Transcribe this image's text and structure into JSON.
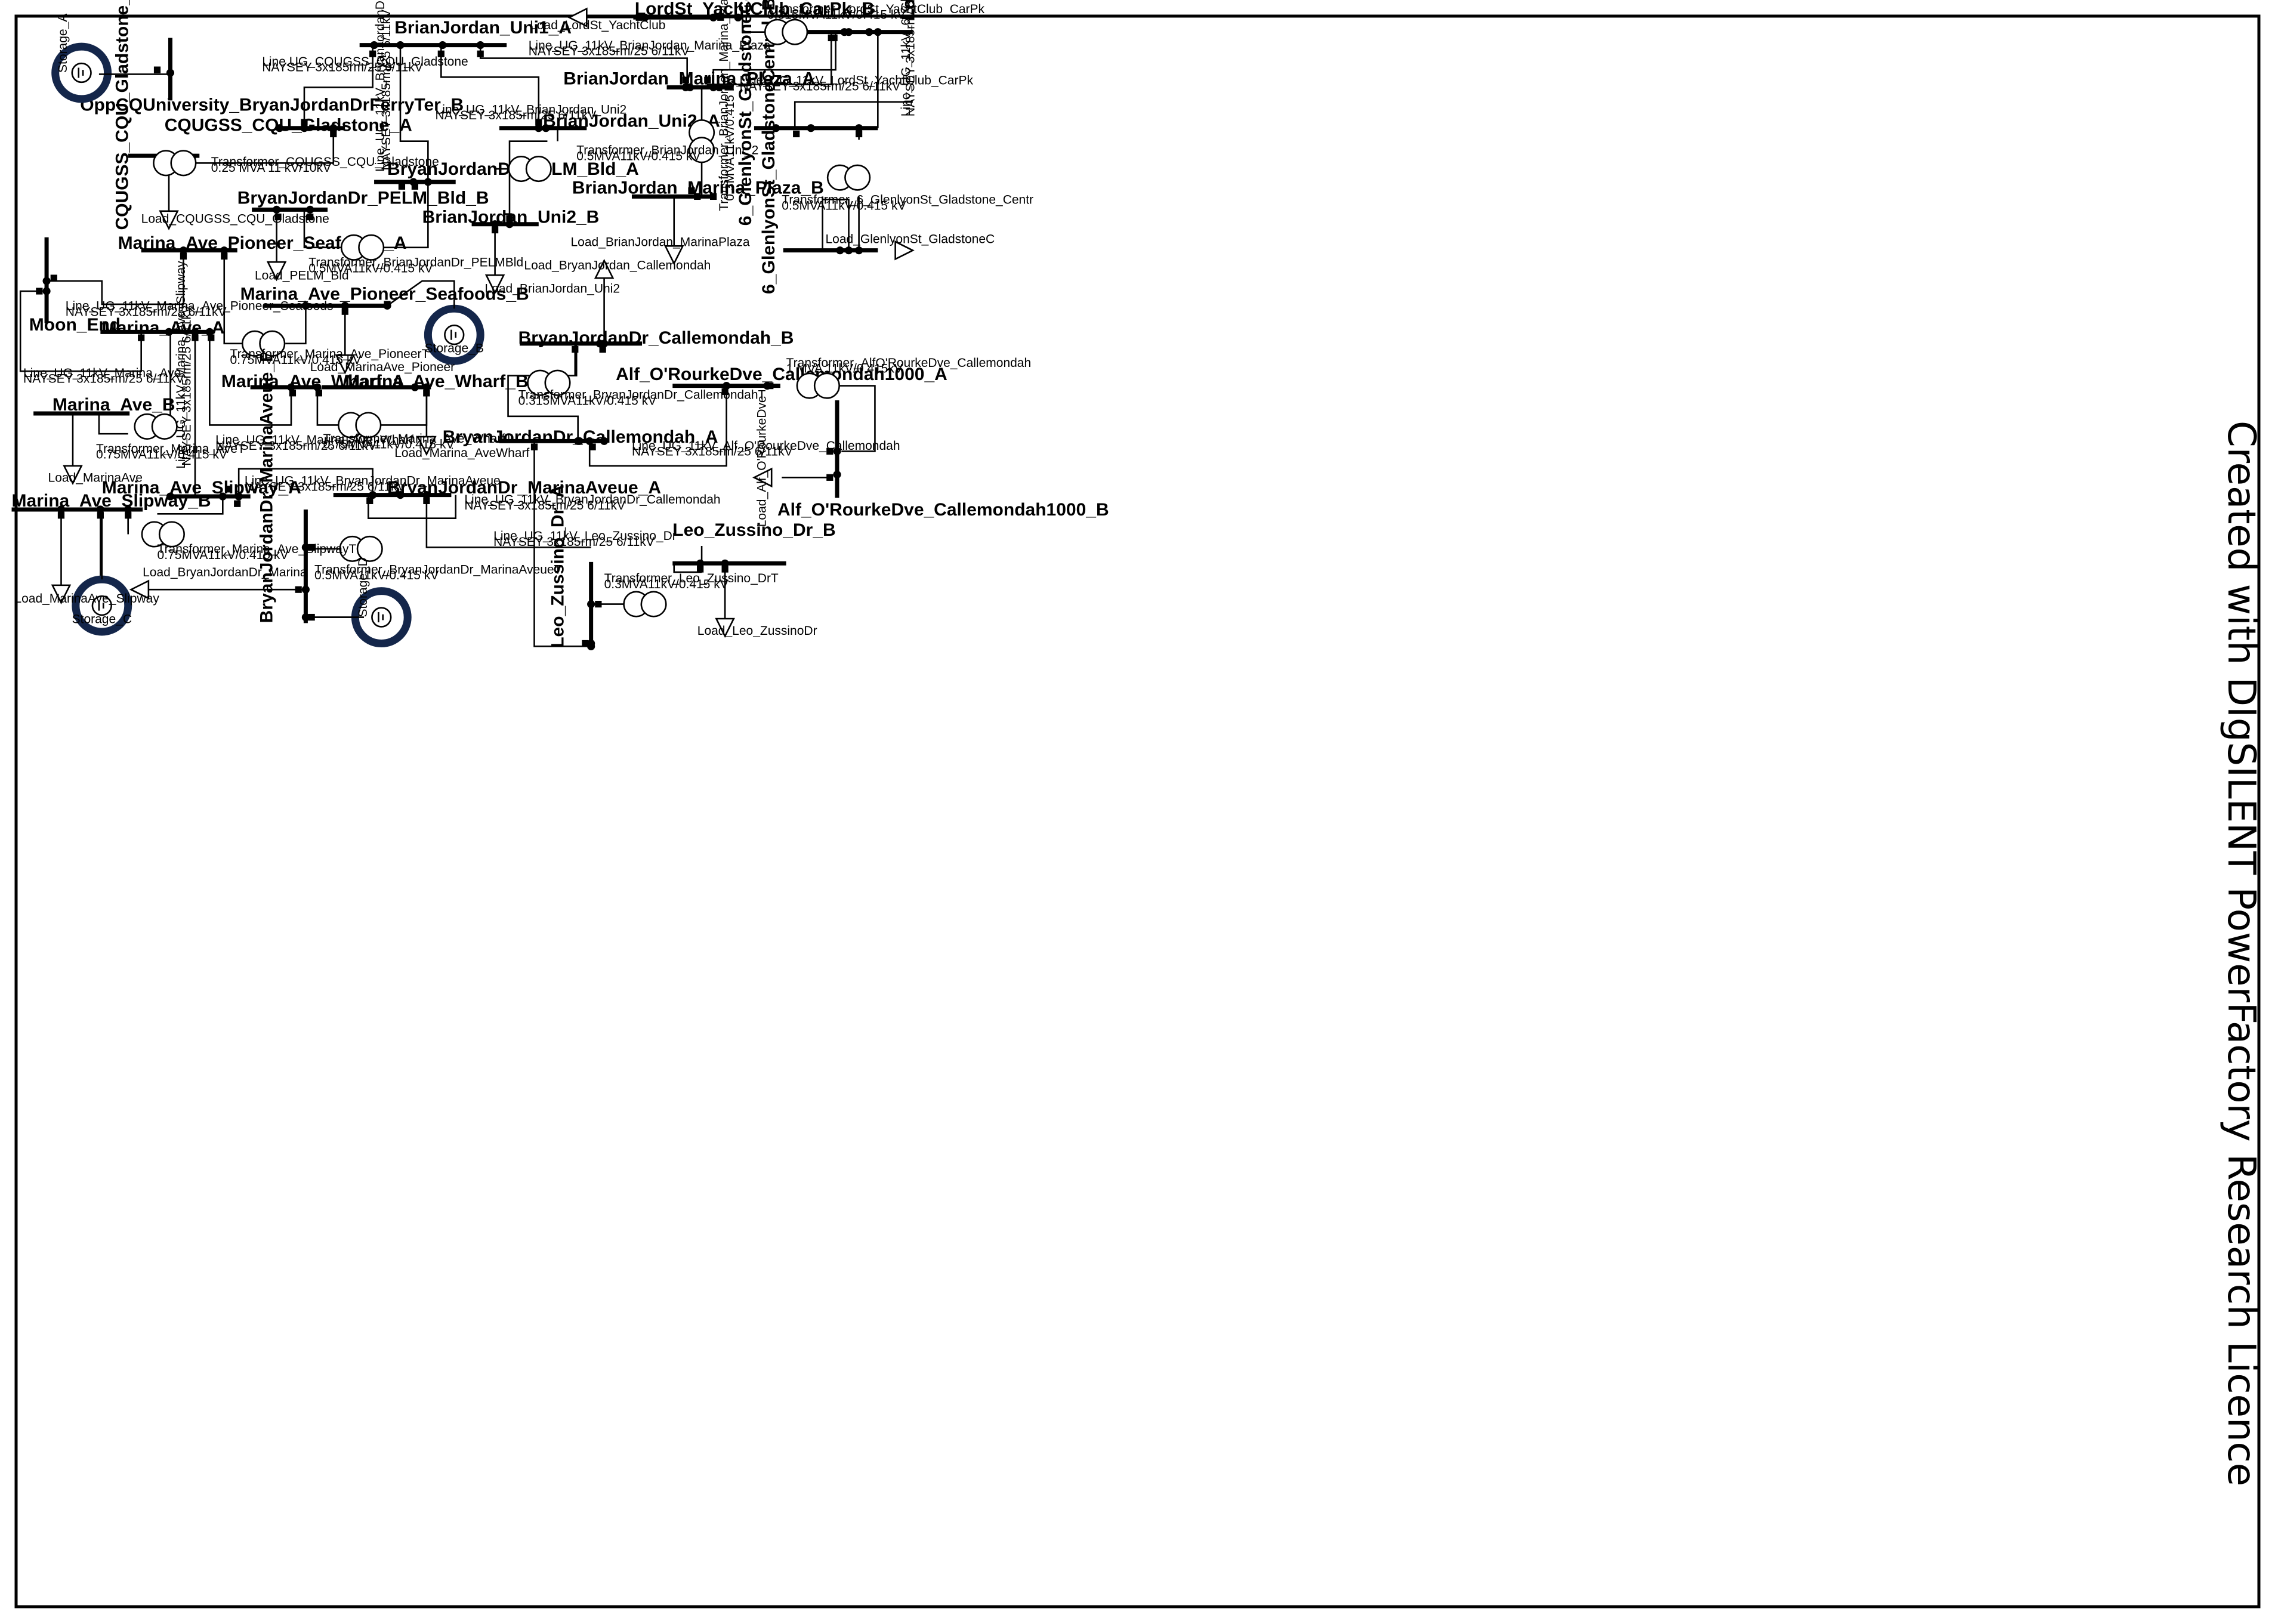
{
  "diagram": {
    "watermark": "Created with DIgSILENT PowerFactory Research Licence",
    "colors": {
      "storage_ring": "#14264a",
      "line": "#000000",
      "background": "#ffffff"
    },
    "buses": [
      "LordSt_YachtClub_CarPk_B",
      "BrianJordan_Uni1_A",
      "LordSt_YachtClub_CarPk_A",
      "OppCQUniversity_BryanJordanDrFerryTer_B",
      "CQUGSS_CQU_Gladstone_A",
      "CQUGSS_CQU_Gladstone_B",
      "BrianJordan_Marina_Plaza_A",
      "BrianJordan_Uni2_A",
      "6_GlenlyonSt_GladstoneCentral_A",
      "6_GlenlyonSt_GladstoneCentral_B",
      "BryanJordanDr_PELM_Bld_A",
      "BryanJordanDr_PELM_Bld_B",
      "BrianJordan_Marina_Plaza_B",
      "BrianJordan_Uni2_B",
      "Marina_Ave_Pioneer_Seafoods_A",
      "Marina_Ave_Pioneer_Seafoods_B",
      "Moon_End",
      "Marina_Ave_A",
      "BryanJordanDr_Callemondah_B",
      "Marina_Ave_Wharf_A",
      "Marina_Ave_Wharf_B",
      "Alf_O'RourkeDve_Callemondah1000_A",
      "Marina_Ave_B",
      "BryanJordanDr_Callemondah_A",
      "Marina_Ave_Slipway_A",
      "BryanJordanDr_MarinaAveue_A",
      "Marina_Ave_Slipway_B",
      "Alf_O'RourkeDve_Callemondah1000_B",
      "Leo_Zussino_Dr_B",
      "BryanJordanDr_MarinaAveue_B",
      "Leo_Zussino_Dr_A"
    ],
    "storages": [
      "Storage_A",
      "Storage_B",
      "Storage_C",
      "Storage_D"
    ],
    "loads": [
      "Load_LordSt_YachtClub",
      "Load_CQUGSS_CQU_Gladstone",
      "Load_PELM_Bld",
      "Load_BrianJordan_MarinaPlaza",
      "Load_BryanJordan_Callemondah",
      "Load_BrianJordan_Uni2",
      "Load_GlenlyonSt_GladstoneC",
      "Load_MarinaAve_Pioneer",
      "Load_Marina_AveWharf",
      "Load_MarinaAve",
      "Load_Alf_O'RourkeDve",
      "Load_BryanJordanDr_Marina",
      "Load_MarinaAve_Slipway",
      "Load_Leo_ZussinoDr"
    ],
    "lines": [
      {
        "name": "Line_UG_11kV_BrianJordan_Marina_Plaza",
        "spec": "NAYSEY 3x185rm/25 6/11kV"
      },
      {
        "name": "Line.UG_CQUGSS_CQU_Gladstone",
        "spec": "NAYSEY 3x185rm/25 6/11kV"
      },
      {
        "name": "Line_UG_11kV_BrianJordan_Uni2",
        "spec": "NAYSEY 3x185rm/25 6/11kV"
      },
      {
        "name": "Line_UG_11kV_LordSt_YachtClub_CarPk",
        "spec": "NAYSEY 3x185rm/25 6/11kV"
      },
      {
        "name": "Line_UG_11kV_Marina_Ave_Pioneer_Seafoods",
        "spec": "NAYSEY 3x185rm/25 6/11kV"
      },
      {
        "name": "Line_UG_11kV_Marina_Ave",
        "spec": "NAYSEY 3x185rm/25 6/11kV"
      },
      {
        "name": "Line_UG_11kV_Marina_Ave_Wharf",
        "spec": "NAYSEY 3x185rm/25 6/11kV"
      },
      {
        "name": "Line_UG_11kV_Alf_O'RourkeDve_Callemondah",
        "spec": "NAYSEY 3x185rm/25 6/11kV"
      },
      {
        "name": "Line_UG_11kV_BryanJordanDr_MarinaAveue",
        "spec": "NAYSEY 3x185rm/25 6/11kV"
      },
      {
        "name": "Line_UG_11kV_BryanJordanDr_Callemondah",
        "spec": "NAYSEY 3x185rm/25 6/11kV"
      },
      {
        "name": "Line_UG_11kV_Leo_Zussino_Dr",
        "spec": "NAYSEY 3x185rm/25 6/11kV"
      }
    ],
    "vlines": [
      {
        "name": "Line_UG_11kV_BryanJordanDr_PELM_Bld",
        "spec": "NAYSEY 3x185rm/25 6/11kV"
      },
      {
        "name": "Line_UG_11kV_6_GlenlyonSt_GladstoneCentral",
        "spec": "NAYSEY 3x185rm/25 6/11kV"
      },
      {
        "name": "Line_UG_11kV_Marina_Ave_Slipway",
        "spec": "NAYSEY 3x185rm/25 6/11kV"
      }
    ],
    "transformers": [
      {
        "name": "Transformer_LordSt_YachtClub_CarPk",
        "rating": "0.315MVA11kV/0.415 kV"
      },
      {
        "name": "Transformer_CQUGSS_CQU_Gladstone",
        "rating": "0.25 MVA 11 kV/10kV"
      },
      {
        "name": "Transformer_BrianJordan_Uni_2",
        "rating": "0.5MVA11kV/0.415 kV"
      },
      {
        "name": "Transformer_BrianJordanDr_PELMBld",
        "rating": "0.5MVA11kV/0.415 kV"
      },
      {
        "name": "Transformer_6_GlenlyonSt_Gladstone_Centr",
        "rating": "0.5MVA11kV/0.415 kV"
      },
      {
        "name": "Transformer_Marina_Ave_PioneerT",
        "rating": "0.75MVA11kV/0.415 kV"
      },
      {
        "name": "Transformer_AlfO'RourkeDve_Callemondah",
        "rating": "1 MVA 11kV/0.415kV"
      },
      {
        "name": "Transformer_BryanJordanDr_CallemondahT",
        "rating": "0.315MVA11kV/0.415 kV"
      },
      {
        "name": "Transformer_Marina_AveT",
        "rating": "0.75MVA11kV/0.415 kV"
      },
      {
        "name": "Transformer_Marina_Ave_WharfT",
        "rating": "0.75MVA11kV/0.415 kV"
      },
      {
        "name": "Transformer_Marina_Ave_SlipwayT",
        "rating": "0.75MVA11kV/0.415 kV"
      },
      {
        "name": "Transformer_BryanJordanDr_MarinaAveueT",
        "rating": "0.5MVA11kV/0.415 kV"
      },
      {
        "name": "Transformer_Leo_Zussino_DrT",
        "rating": "0.3MVA11kV/0.415 kV"
      }
    ],
    "vtransformers": [
      {
        "name": "Transformer_BrianJordan_Marina_Plaza",
        "rating": "0.3MVA11kV/0.415 kV"
      }
    ]
  }
}
